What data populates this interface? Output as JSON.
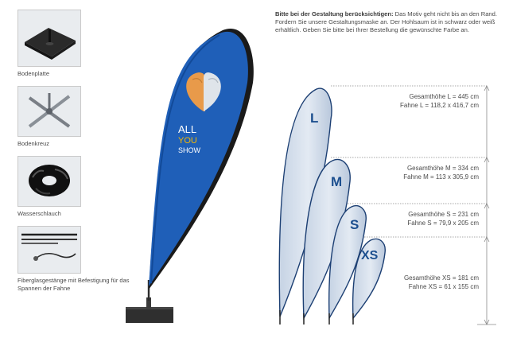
{
  "accessories": [
    {
      "key": "bodenplatte",
      "label": "Bodenplatte"
    },
    {
      "key": "bodenkreuz",
      "label": "Bodenkreuz"
    },
    {
      "key": "wasserschlauch",
      "label": "Wasserschlauch"
    },
    {
      "key": "fiberglas",
      "label": "Fiberglasgestänge mit Befestigung für das Spannen der Fahne"
    }
  ],
  "flag_brand": {
    "line1": "ALL",
    "line2": "YOU",
    "line3": "SHOW"
  },
  "note": {
    "lead": "Bitte bei der Gestaltung berücksichtigen:",
    "body": "Das Motiv geht nicht bis an den Rand. Fordern Sie unsere Gestaltungsmaske an. Der Hohlsaum ist in schwarz oder weiß erhältlich. Geben Sie bitte bei Ihrer Bestellung die gewünschte Farbe an."
  },
  "sizes": [
    {
      "code": "L",
      "total": "Gesamthöhe L = 445 cm",
      "flag": "Fahne L = 118,2 x 416,7 cm"
    },
    {
      "code": "M",
      "total": "Gesamthöhe M = 334 cm",
      "flag": "Fahne M = 113 x 305,9 cm"
    },
    {
      "code": "S",
      "total": "Gesamthöhe S = 231 cm",
      "flag": "Fahne S = 79,9 x 205 cm"
    },
    {
      "code": "XS",
      "total": "Gesamthöhe XS = 181 cm",
      "flag": "Fahne XS = 61 x 155 cm"
    }
  ],
  "colors": {
    "flag_blue": "#1f5fb8",
    "size_label": "#1c4f8f",
    "logo_orange": "#e89a4a",
    "logo_yellow": "#f5b800"
  }
}
